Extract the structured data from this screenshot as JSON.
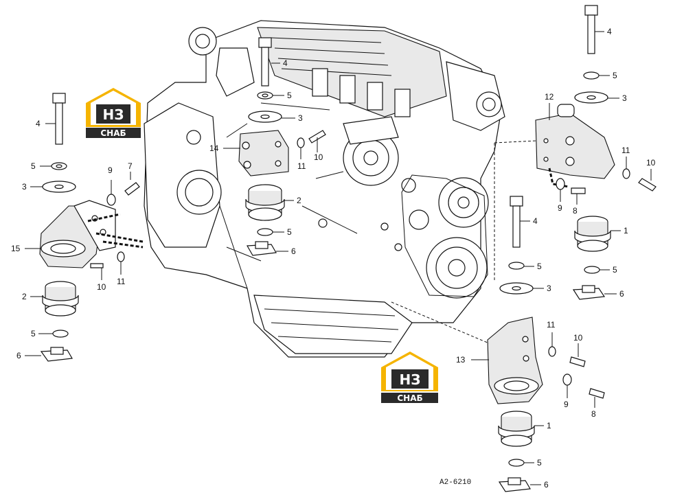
{
  "logo": {
    "mark": "НЗ",
    "word": "СНАБ",
    "color": "#f5b400",
    "dark": "#2a2a2a"
  },
  "reference": "A2-6210",
  "callouts": {
    "c1a": "1",
    "c1b": "1",
    "c2a": "2",
    "c2b": "2",
    "c3a": "3",
    "c3b": "3",
    "c3c": "3",
    "c3d": "3",
    "c4a": "4",
    "c4b": "4",
    "c4c": "4",
    "c4d": "4",
    "c5a": "5",
    "c5b": "5",
    "c5c": "5",
    "c5d": "5",
    "c5e": "5",
    "c5f": "5",
    "c5g": "5",
    "c5h": "5",
    "c6a": "6",
    "c6b": "6",
    "c6c": "6",
    "c6d": "6",
    "c7": "7",
    "c8a": "8",
    "c8b": "8",
    "c9a": "9",
    "c9b": "9",
    "c9c": "9",
    "c10a": "10",
    "c10b": "10",
    "c10c": "10",
    "c10d": "10",
    "c11a": "11",
    "c11b": "11",
    "c11c": "11",
    "c11d": "11",
    "c12": "12",
    "c13": "13",
    "c14": "14",
    "c15": "15"
  }
}
